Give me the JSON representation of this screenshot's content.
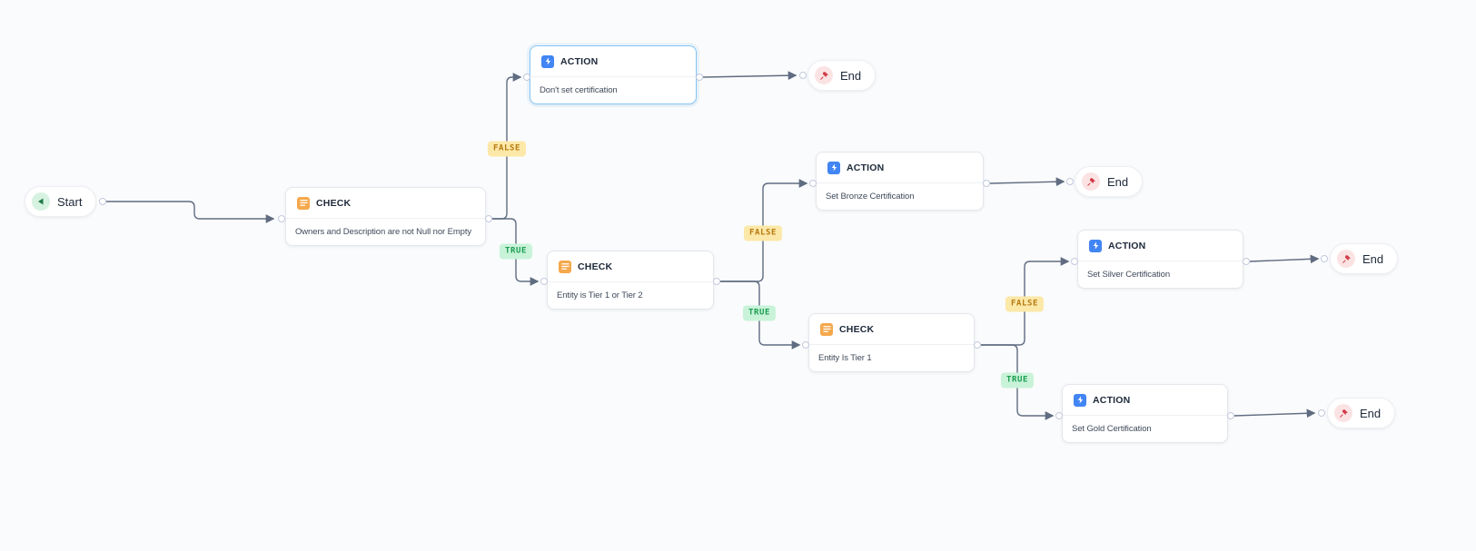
{
  "flow": {
    "start_label": "Start",
    "end_label": "End",
    "check_type_label": "CHECK",
    "action_type_label": "ACTION",
    "true_branch_label": "TRUE",
    "false_branch_label": "FALSE",
    "checks": {
      "owners_description": "Owners and Description are not Null nor Empty",
      "tier1_or_tier2": "Entity is Tier 1 or Tier 2",
      "is_tier1": "Entity Is Tier 1"
    },
    "actions": {
      "dont_set": "Don't set certification",
      "bronze": "Set Bronze Certification",
      "silver": "Set Silver Certification",
      "gold": "Set Gold Certification"
    }
  },
  "colors": {
    "canvas_bg": "#fafbfc",
    "edge": "#5f6c81",
    "check_icon_bg": "#f5a84c",
    "action_icon_bg": "#4285f4",
    "true_badge_bg": "#c9f3d9",
    "true_badge_text": "#1a9d50",
    "false_badge_bg": "#fce8a8",
    "false_badge_text": "#b57a10",
    "selected_node_border": "#84c5f4",
    "start_icon": "#1f7a46",
    "end_icon": "#d23b47"
  }
}
